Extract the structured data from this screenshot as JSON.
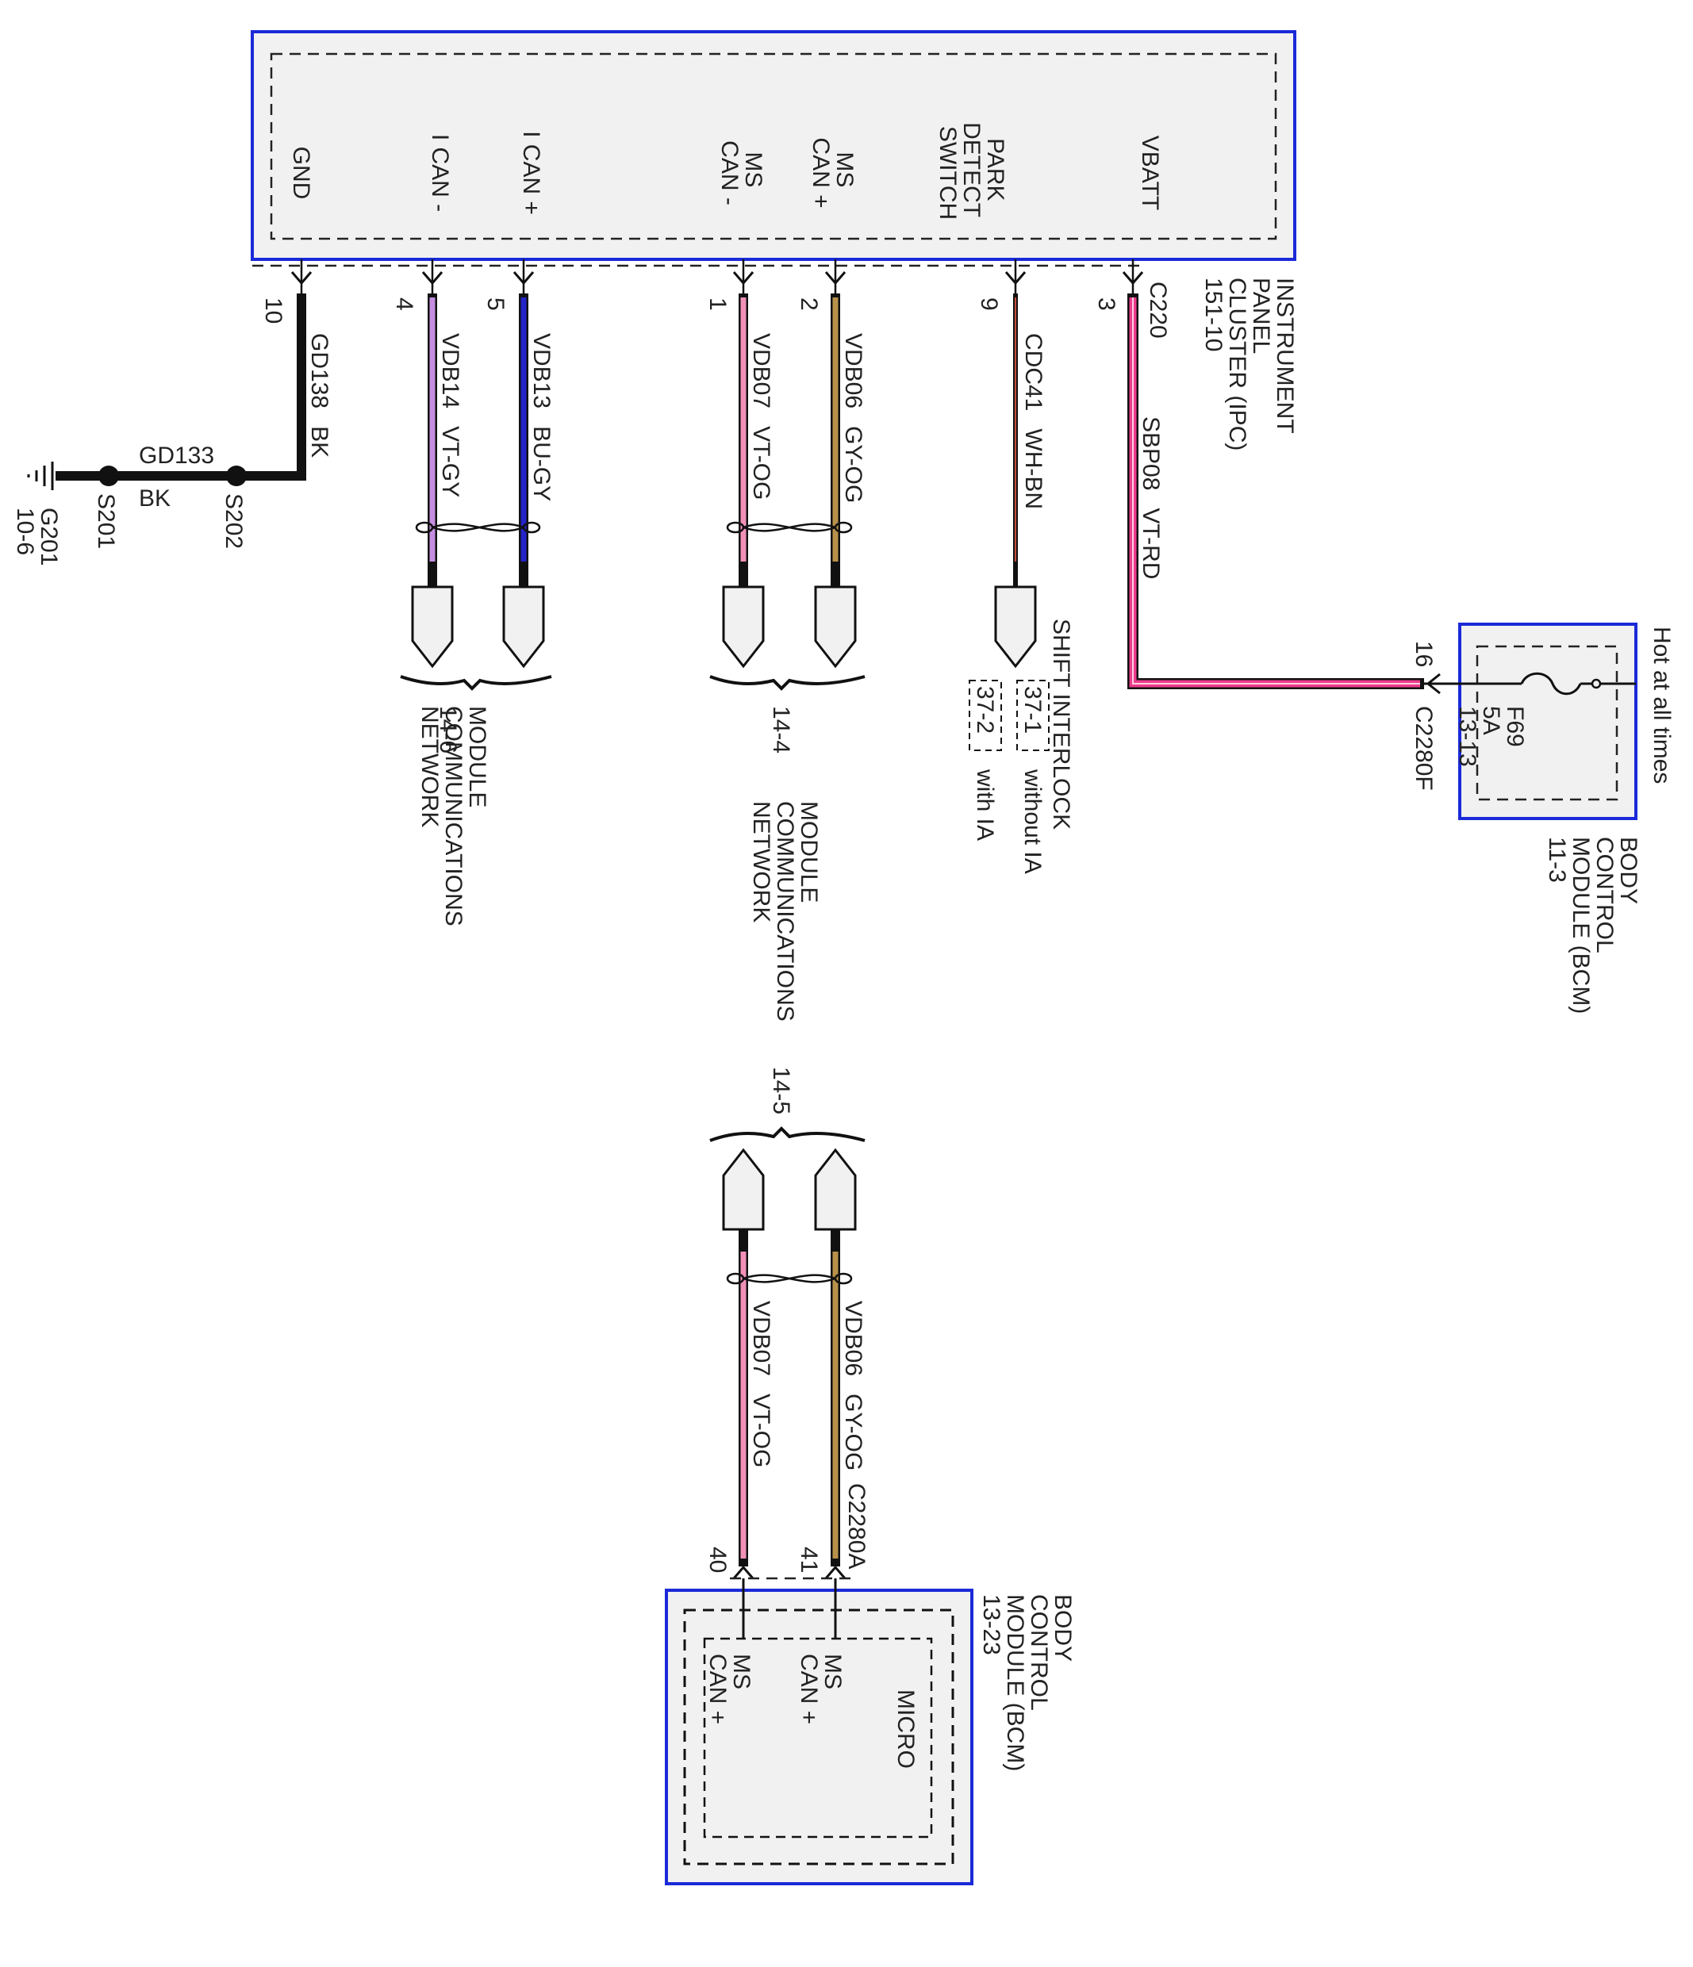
{
  "ipc": {
    "name_lines": [
      "INSTRUMENT",
      "PANEL",
      "CLUSTER (IPC)",
      "151-10"
    ],
    "connector": "C220",
    "pins": [
      {
        "label_lines": [
          "GND"
        ],
        "pin": "10"
      },
      {
        "label_lines": [
          "I CAN -"
        ],
        "pin": "4"
      },
      {
        "label_lines": [
          "I CAN +"
        ],
        "pin": "5"
      },
      {
        "label_lines": [
          "MS",
          "CAN -"
        ],
        "pin": "1"
      },
      {
        "label_lines": [
          "MS",
          "CAN +"
        ],
        "pin": "2"
      },
      {
        "label_lines": [
          "PARK",
          "DETECT",
          "SWITCH"
        ],
        "pin": "9"
      },
      {
        "label_lines": [
          "VBATT"
        ],
        "pin": "3"
      }
    ]
  },
  "wires": {
    "gnd": {
      "circuit": "GD138",
      "color_code": "BK",
      "color": "#111111"
    },
    "ican_minus": {
      "circuit": "VDB14",
      "color_code": "VT-GY",
      "color": "#c58ee0"
    },
    "ican_plus": {
      "circuit": "VDB13",
      "color_code": "BU-GY",
      "color": "#2424c8"
    },
    "mscan_minus": {
      "circuit": "VDB07",
      "color_code": "VT-OG",
      "color": "#f291b8"
    },
    "mscan_plus": {
      "circuit": "VDB06",
      "color_code": "GY-OG",
      "color": "#b8914a"
    },
    "park": {
      "circuit": "CDC41",
      "color_code": "WH-BN",
      "color": "#c8503c"
    },
    "vbatt": {
      "circuit": "SBP08",
      "color_code": "VT-RD",
      "color": "#ec3c8c"
    }
  },
  "ground": {
    "circuit": "GD133",
    "color_code": "BK",
    "splice_1": "S201",
    "splice_2": "S202",
    "point": "G201",
    "ref": "10-6"
  },
  "networks": {
    "ican": {
      "name_lines": [
        "MODULE",
        "COMMUNICATIONS",
        "NETWORK"
      ],
      "ref": "14-6"
    },
    "mscan": {
      "name_lines": [
        "MODULE",
        "COMMUNICATIONS",
        "NETWORK"
      ],
      "ref": "14-4"
    },
    "bcm_net_ref": "14-5"
  },
  "shift_interlock": {
    "title": "SHIFT INTERLOCK",
    "ref_1": "37-1",
    "note_1": "without IA",
    "ref_2": "37-2",
    "note_2": "with IA"
  },
  "bcm_power": {
    "hot_label": "Hot at all times",
    "fuse": "F69",
    "rating": "5A",
    "fuse_ref": "13-13",
    "connector": "C2280F",
    "pin": "16",
    "name_lines": [
      "BODY",
      "CONTROL",
      "MODULE (BCM)",
      "11-3"
    ]
  },
  "bcm_can": {
    "connector": "C2280A",
    "pin_plus": "41",
    "pin_minus": "40",
    "micro": "MICRO",
    "label_plus": [
      "MS",
      "CAN +"
    ],
    "label_minus": [
      "MS",
      "CAN +"
    ],
    "name_lines": [
      "BODY",
      "CONTROL",
      "MODULE (BCM)",
      "13-23"
    ],
    "wire_plus": {
      "circuit": "VDB06",
      "color_code": "GY-OG",
      "color": "#b8914a"
    },
    "wire_minus": {
      "circuit": "VDB07",
      "color_code": "VT-OG",
      "color": "#f291b8"
    }
  }
}
